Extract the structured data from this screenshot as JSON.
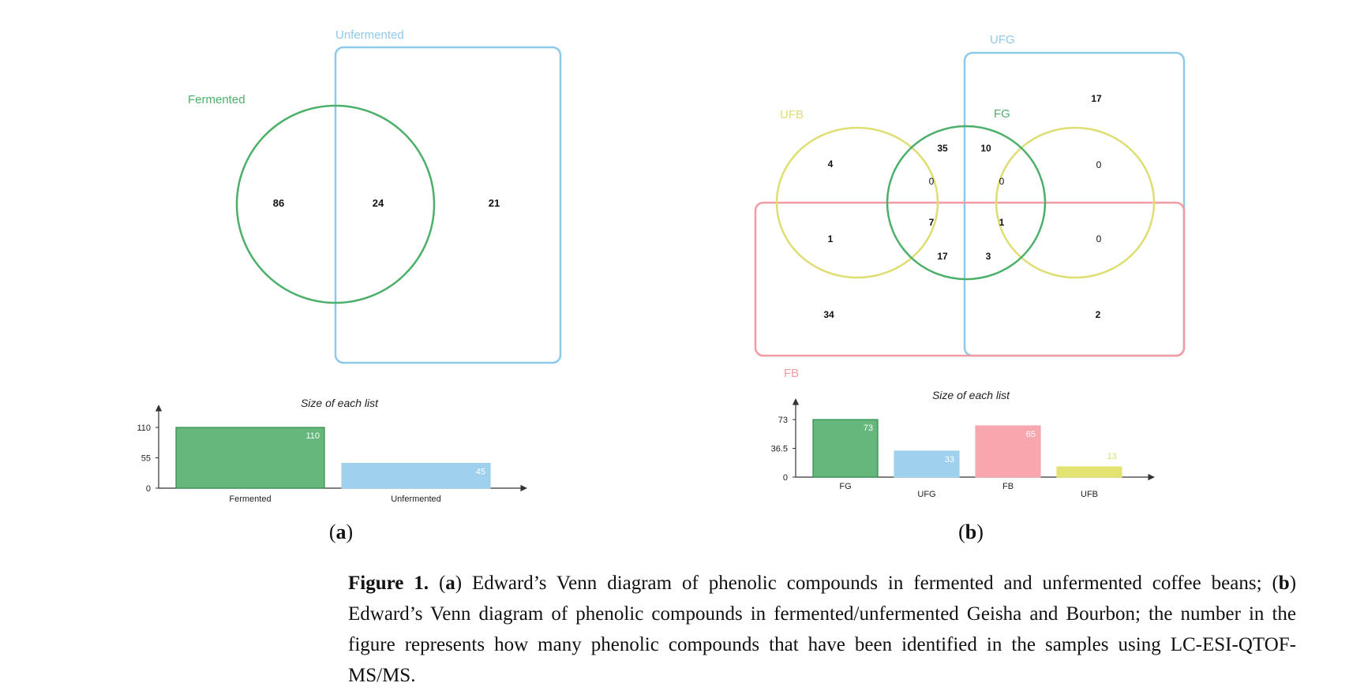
{
  "figure": {
    "panel_a_label": "a",
    "panel_b_label": "b",
    "caption": {
      "figure_label": "Figure 1.",
      "a_letter": "a",
      "part1": " Edward’s Venn diagram of phenolic compounds in fermented and unfermented coffee beans; (",
      "b_letter": "b",
      "part2": ") Edward’s Venn diagram of phenolic compounds in fermented/unfermented Geisha and Bourbon; the number in the figure represents how many phenolic compounds that have been identified in the samples using LC-ESI-QTOF-MS/MS."
    }
  },
  "colors": {
    "green": "#4caf6a",
    "blue": "#8ec9ea",
    "pink": "#f49aa2",
    "yellow": "#dede72",
    "bar_green": "#66b77b",
    "bar_blue": "#9fd0ee",
    "bar_pink": "#f7a7ad",
    "bar_yellow": "#e3e372"
  },
  "venn_a": {
    "set_labels": {
      "fermented": "Fermented",
      "unfermented": "Unfermented"
    },
    "counts": {
      "fermented_only": "86",
      "both": "24",
      "unfermented_only": "21"
    }
  },
  "venn_b": {
    "set_labels": {
      "ufg": "UFG",
      "ufb": "UFB",
      "fg": "FG",
      "fb": "FB"
    },
    "counts": {
      "ufg_only": "17",
      "ufb_only": "4",
      "ufb_fg": "35",
      "fg_ufg": "10",
      "fg_only": "0",
      "fg_ufg_inner": "0",
      "ufb_ufg": "0",
      "ufb_fb": "1",
      "ufb_fg_fb": "7",
      "fg_ufg_fb": "1",
      "ufg_fb_right": "0",
      "ufb_fg_fb_low": "17",
      "all_four": "3",
      "fb_only": "34",
      "ufg_fb": "2"
    }
  },
  "chart_data": [
    {
      "type": "bar",
      "title": "Size of each list",
      "categories": [
        "Fermented",
        "Unfermented"
      ],
      "values": [
        110,
        45
      ],
      "yticks": [
        "0",
        "55",
        "110"
      ],
      "ylim": [
        0,
        110
      ],
      "value_labels": [
        "110",
        "45"
      ],
      "bar_colors": [
        "#66b77b",
        "#9fd0ee"
      ]
    },
    {
      "type": "bar",
      "title": "Size of each list",
      "categories": [
        "FG",
        "UFG",
        "FB",
        "UFB"
      ],
      "values": [
        73,
        33,
        65,
        13
      ],
      "yticks": [
        "0",
        "36.5",
        "73"
      ],
      "ylim": [
        0,
        73
      ],
      "value_labels": [
        "73",
        "33",
        "65",
        "13"
      ],
      "bar_colors": [
        "#66b77b",
        "#9fd0ee",
        "#f7a7ad",
        "#e3e372"
      ]
    }
  ]
}
